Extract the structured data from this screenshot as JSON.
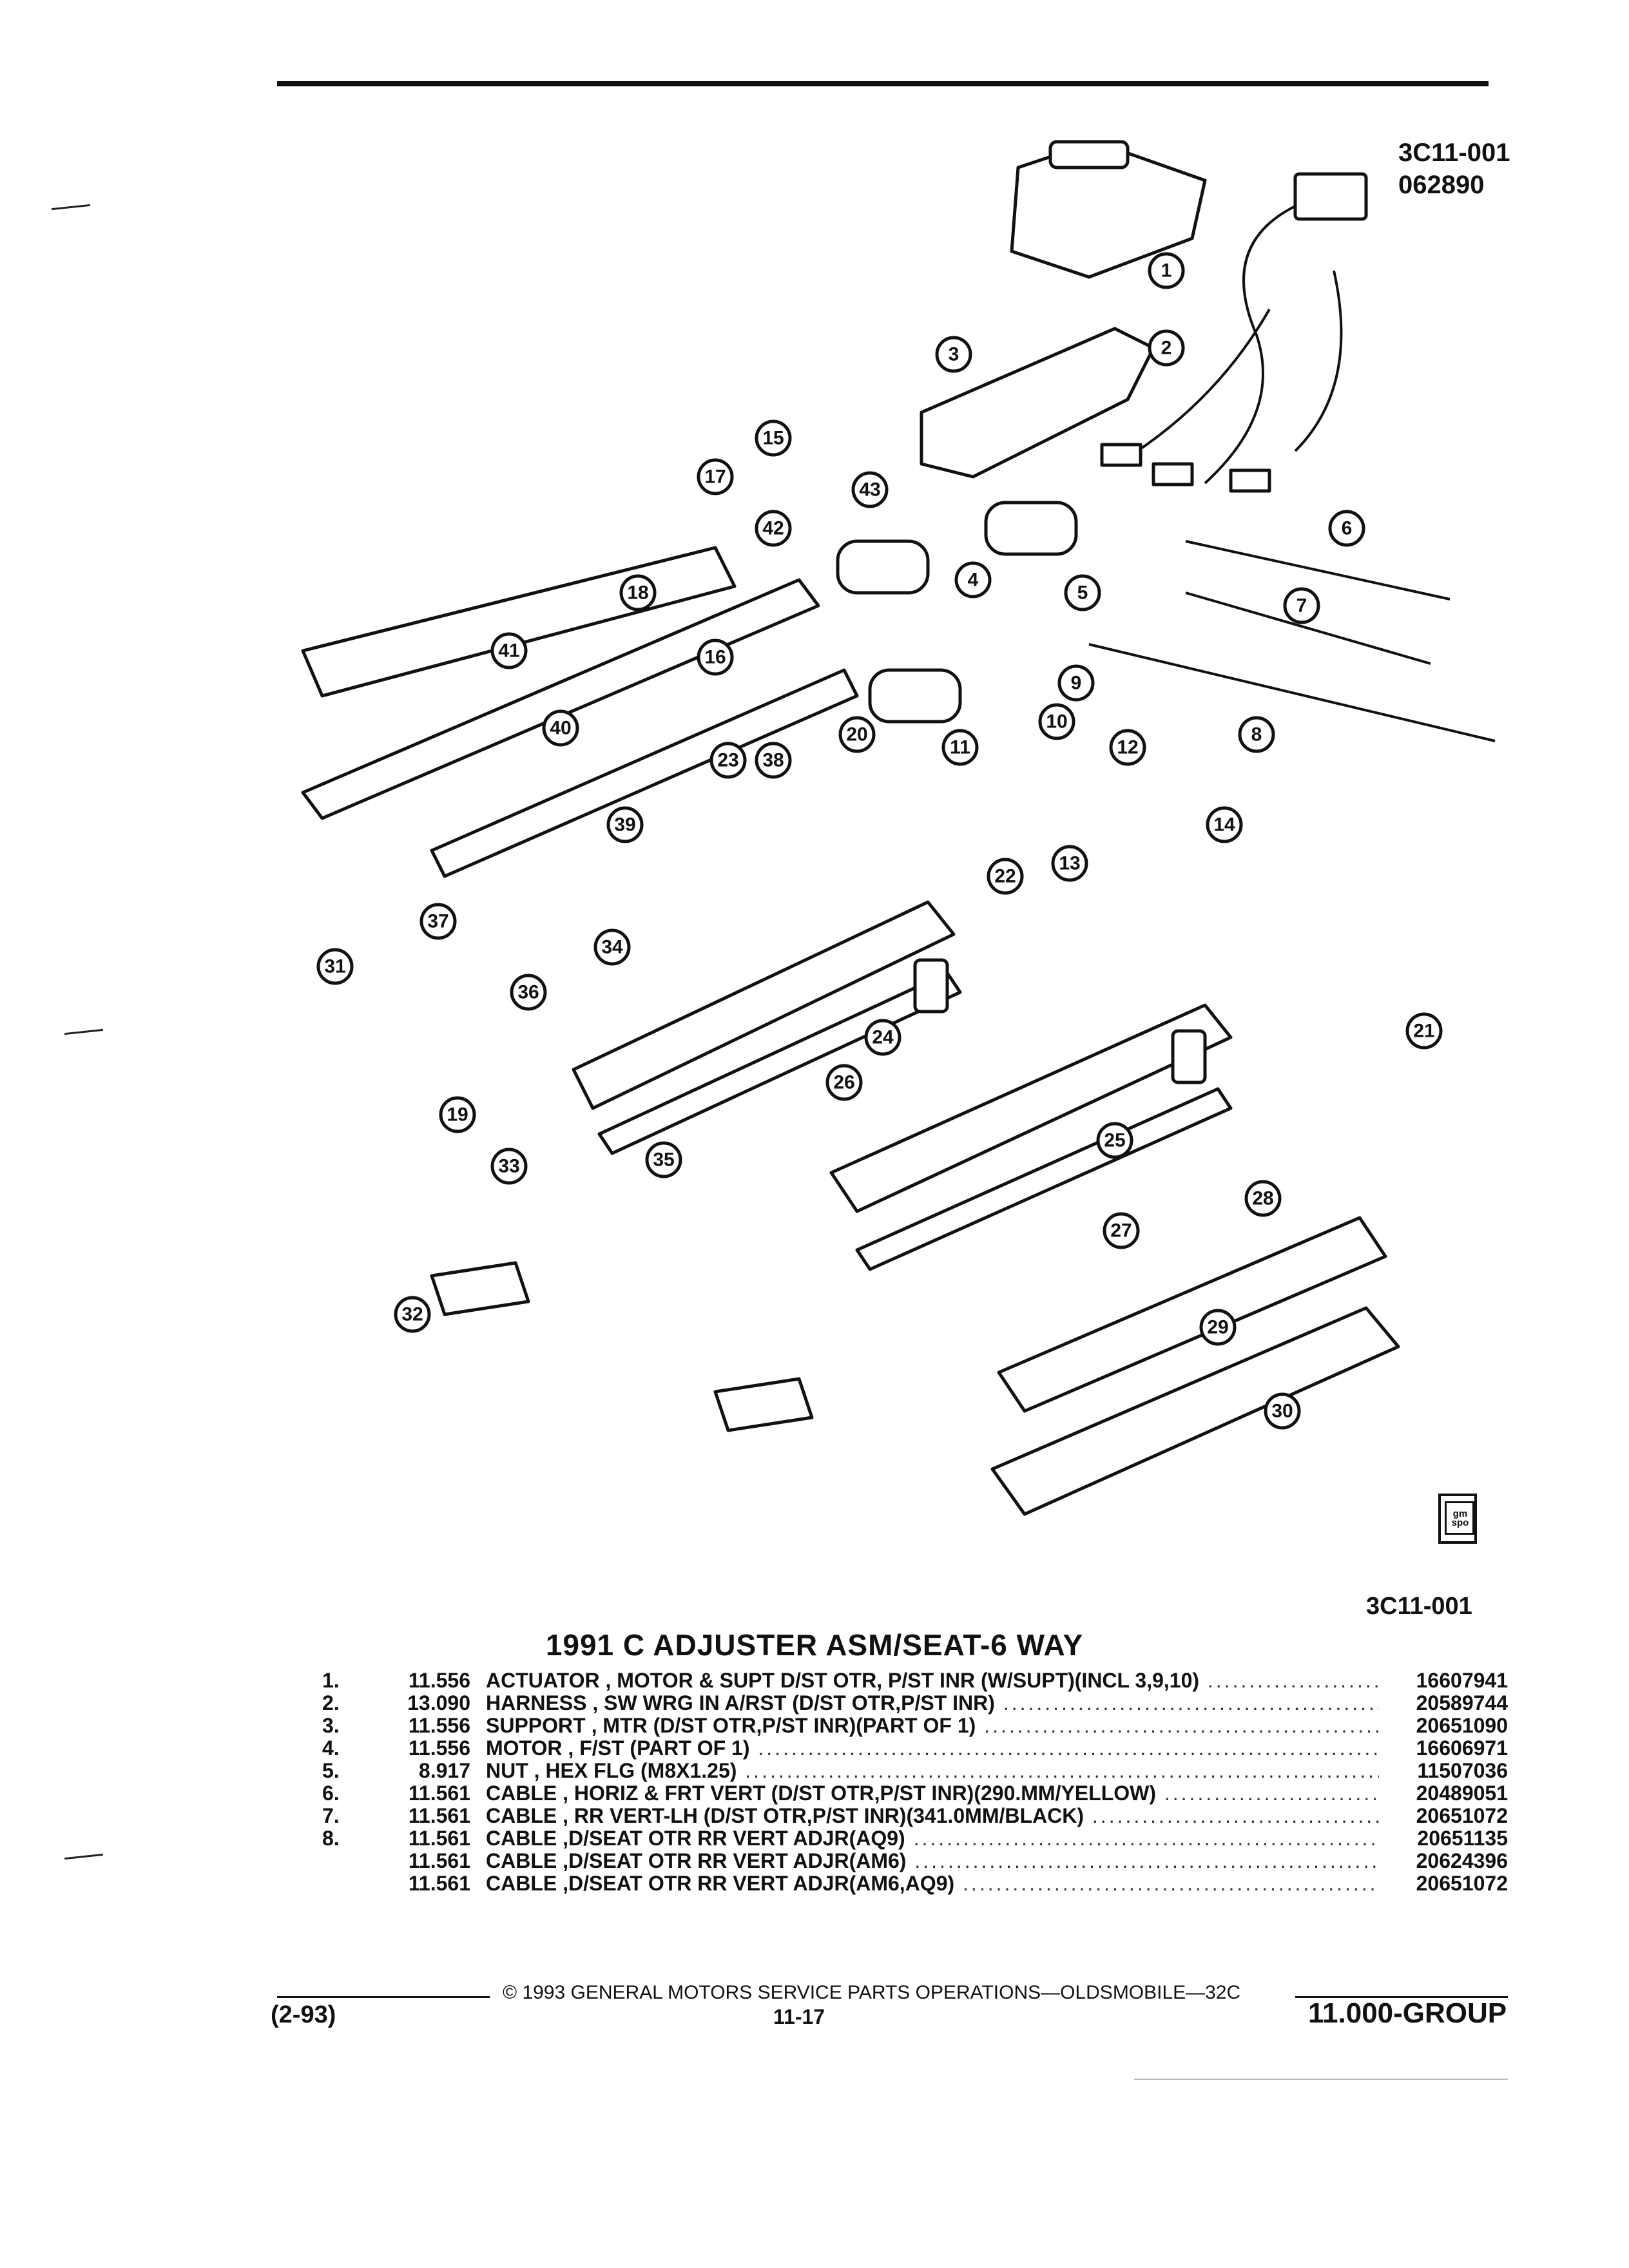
{
  "header": {
    "ref_code": "3C11-001",
    "ref_date": "062890"
  },
  "diagram": {
    "bottom_code": "3C11-001",
    "logo_text": "gm\nspo",
    "callouts": [
      "1",
      "2",
      "3",
      "4",
      "5",
      "6",
      "7",
      "8",
      "9",
      "10",
      "11",
      "12",
      "13",
      "14",
      "15",
      "16",
      "17",
      "18",
      "19",
      "20",
      "21",
      "22",
      "23",
      "24",
      "25",
      "26",
      "27",
      "28",
      "29",
      "30",
      "31",
      "32",
      "33",
      "34",
      "35",
      "36",
      "37",
      "38",
      "39",
      "40",
      "41",
      "42",
      "43"
    ]
  },
  "title": "1991 C ADJUSTER ASM/SEAT-6 WAY",
  "parts": [
    {
      "index": "1.",
      "group": "11.556",
      "name": "ACTUATOR",
      "detail": " , MOTOR & SUPT D/ST OTR, P/ST INR (W/SUPT)(INCL 3,9,10)",
      "part_no": "16607941"
    },
    {
      "index": "2.",
      "group": "13.090",
      "name": "HARNESS",
      "detail": " , SW WRG IN A/RST (D/ST OTR,P/ST INR)",
      "part_no": "20589744"
    },
    {
      "index": "3.",
      "group": "11.556",
      "name": "SUPPORT",
      "detail": " , MTR (D/ST OTR,P/ST INR)(PART OF 1)",
      "part_no": "20651090"
    },
    {
      "index": "4.",
      "group": "11.556",
      "name": "MOTOR",
      "detail": " , F/ST (PART OF 1)",
      "part_no": "16606971"
    },
    {
      "index": "5.",
      "group": "8.917",
      "name": "NUT",
      "detail": " , HEX FLG (M8X1.25)",
      "part_no": "11507036"
    },
    {
      "index": "6.",
      "group": "11.561",
      "name": "CABLE",
      "detail": " , HORIZ & FRT VERT (D/ST OTR,P/ST INR)(290.MM/YELLOW)",
      "part_no": "20489051"
    },
    {
      "index": "7.",
      "group": "11.561",
      "name": "CABLE",
      "detail": " , RR VERT-LH (D/ST OTR,P/ST INR)(341.0MM/BLACK)",
      "part_no": "20651072"
    },
    {
      "index": "8.",
      "group": "11.561",
      "name": "CABLE",
      "detail": " ,D/SEAT OTR RR VERT ADJR(AQ9)",
      "part_no": "20651135"
    },
    {
      "index": "",
      "group": "11.561",
      "name": "CABLE",
      "detail": " ,D/SEAT OTR RR VERT ADJR(AM6)",
      "part_no": "20624396"
    },
    {
      "index": "",
      "group": "11.561",
      "name": "CABLE",
      "detail": " ,D/SEAT OTR RR VERT ADJR(AM6,AQ9)",
      "part_no": "20651072"
    }
  ],
  "footer": {
    "copyright": "©  1993  GENERAL MOTORS SERVICE PARTS OPERATIONS—OLDSMOBILE—32C",
    "revision": "(2-93)",
    "page": "11-17",
    "group": "11.000-GROUP"
  }
}
